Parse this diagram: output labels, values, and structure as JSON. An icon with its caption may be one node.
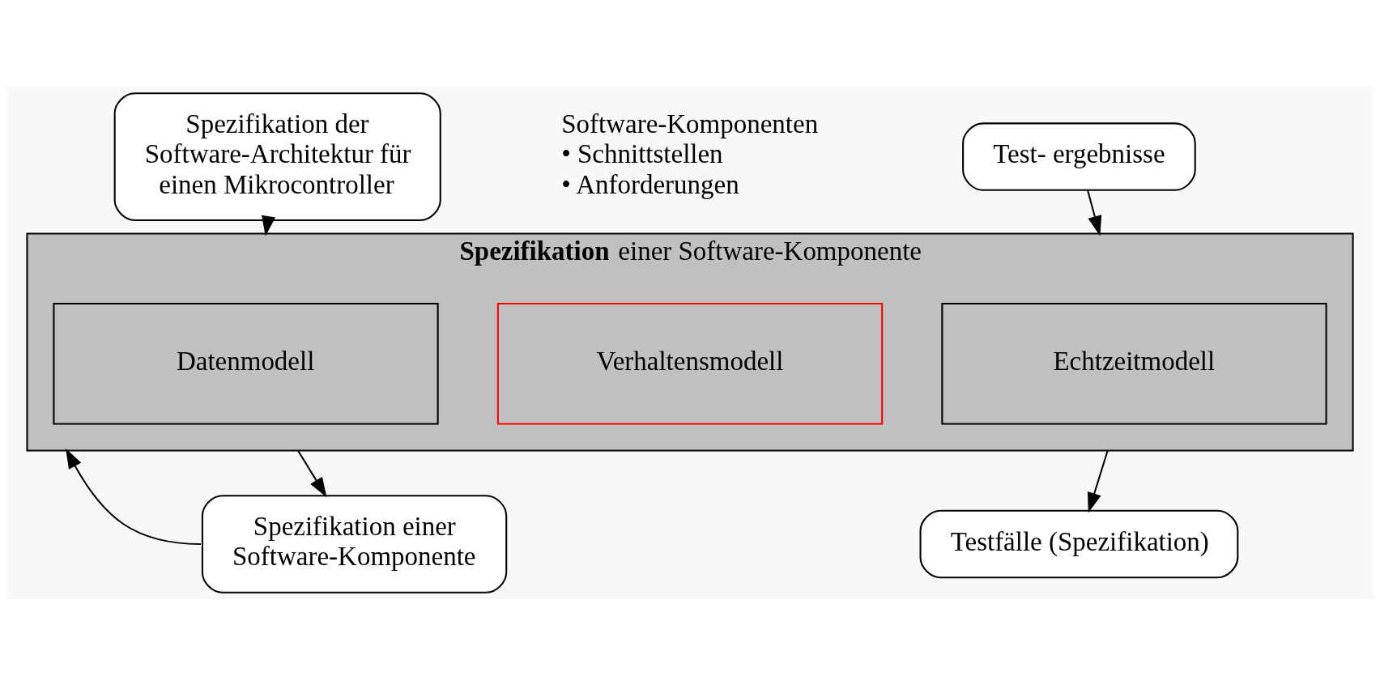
{
  "diagram": {
    "nodes": [
      {
        "text": [
          "Spezifikation der Software-Architektur für einen Mikrocontroller"
        ]
      },
      {
        "text": [
          "Test- ergebnisse"
        ]
      },
      {
        "text": [
          "**Spezifikation** einer Software-Komponente"
        ]
      },
      {
        "text": [
          "Datenmodell"
        ],
        "in": 2
      },
      {
        "text": [
          "Verhaltensmodell"
        ],
        "in": 2
      },
      {
        "text": [
          "Echtzeitmodell"
        ],
        "in": 2
      },
      {
        "text": [
          "Spezifikation einer Software-Komponente"
        ]
      },
      {
        "text": [
          "Testfälle (Spezifikation)"
        ]
      }
    ],
    "edges": [
      {
        "from": 0,
        "to": 2,
        "arrow": "to"
      },
      {
        "from": 1,
        "to": 2,
        "arrow": "to"
      },
      {
        "from": 2,
        "to": 6,
        "arrow": "to"
      },
      {
        "from": 2,
        "to": 7,
        "arrow": "to"
      },
      {
        "from": 6,
        "to": 2,
        "arrow": "to"
      }
    ],
    "labels": [
      "Software-Komponenten",
      "• Schnittstellen",
      "• Anforderungen"
    ]
  }
}
